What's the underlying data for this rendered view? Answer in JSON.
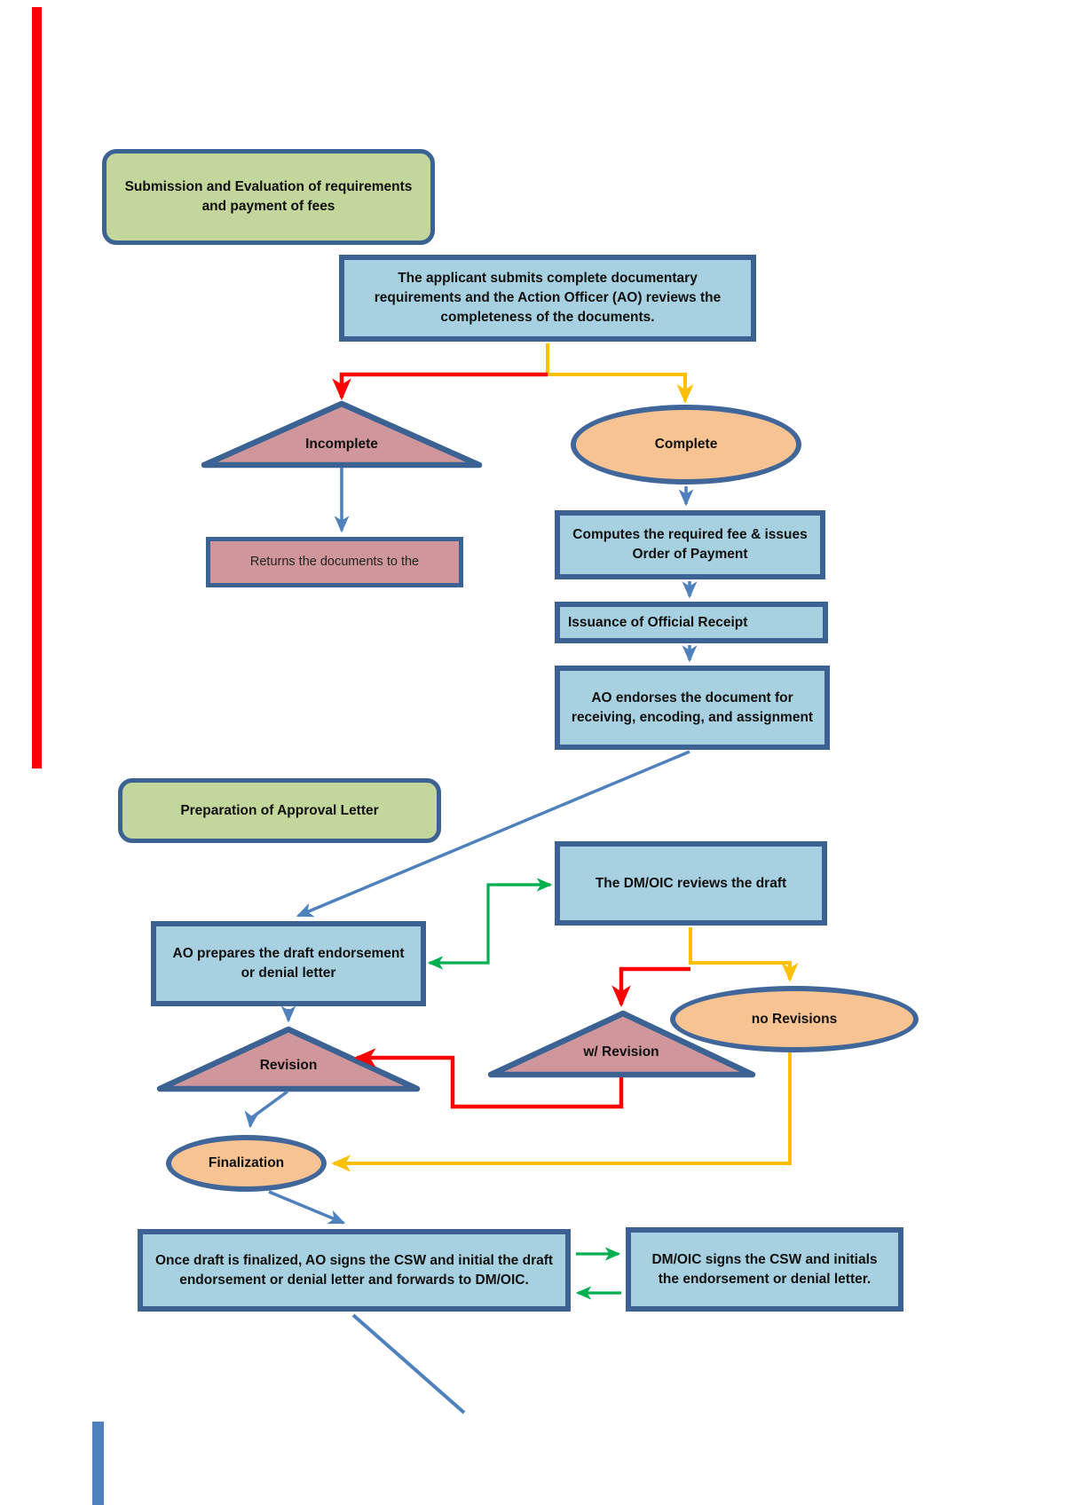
{
  "colors": {
    "box_border": "#3b6292",
    "box_fill_blue": "#a7d1e0",
    "box_fill_green": "#c3d69b",
    "box_fill_pink": "#cf979b",
    "box_fill_orange": "#f7c392",
    "arrow_blue": "#4f81bd",
    "arrow_red": "#fe0000",
    "arrow_yellow": "#ffc000",
    "arrow_green": "#00b050"
  },
  "nodes": {
    "phase1": "Submission and Evaluation of requirements and payment of fees",
    "applicant": "The applicant submits complete documentary requirements and the Action Officer (AO) reviews the completeness of the documents.",
    "incomplete": "Incomplete",
    "complete": "Complete",
    "returns": "Returns the documents to the",
    "computes": "Computes the required fee & issues Order of Payment",
    "receipt": "Issuance of Official Receipt",
    "endorses": "AO endorses the document for receiving, encoding, and assignment",
    "phase2": "Preparation of Approval Letter",
    "dm_reviews": "The DM/OIC reviews the draft",
    "ao_prepares": "AO prepares the draft endorsement or denial letter",
    "revision": "Revision",
    "w_revision": "w/ Revision",
    "no_revisions": "no Revisions",
    "finalization": "Finalization",
    "ao_signs": "Once draft is finalized, AO signs the CSW and initial the draft endorsement or denial letter and forwards to DM/OIC.",
    "dm_signs": "DM/OIC signs the CSW and initials the endorsement or denial letter."
  }
}
